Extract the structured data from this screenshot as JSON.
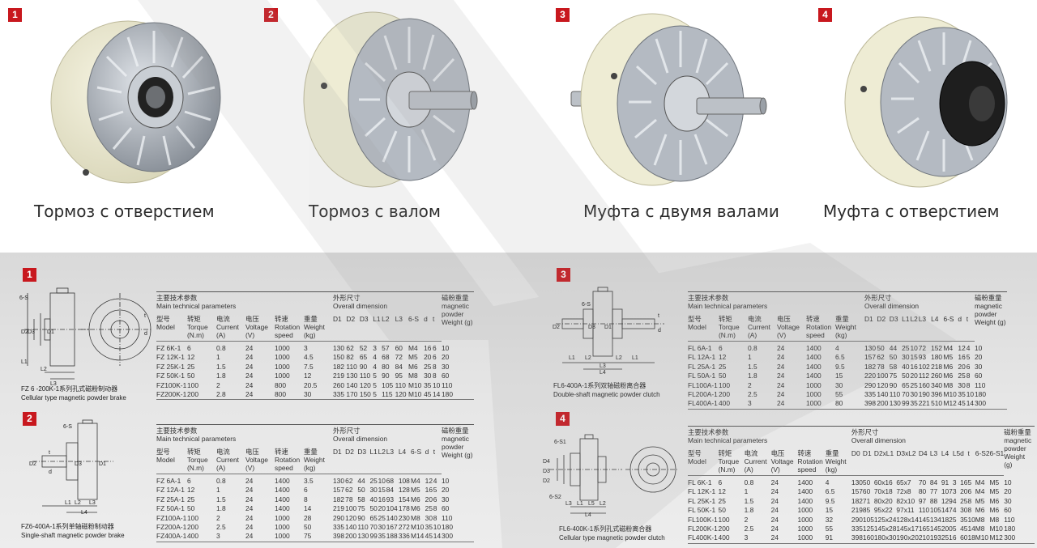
{
  "products": [
    {
      "num": "1",
      "caption": "Тормоз с отверстием"
    },
    {
      "num": "2",
      "caption": "Тормоз с валом"
    },
    {
      "num": "3",
      "caption": "Муфта с двумя валами"
    },
    {
      "num": "4",
      "caption": "Муфта с отверстием"
    }
  ],
  "sections": [
    {
      "num": "1",
      "caption_cn": "FZ 6 -200K-1系列孔式磁粉制动器",
      "caption_en": "Cellular type magnetic powder brake",
      "head_main_cn": "主要技术参数",
      "head_main_en": "Main technical parameters",
      "head_dim_cn": "外形尺寸",
      "head_dim_en": "Overall dimension",
      "head_powder_cn": "磁粉重量",
      "head_powder_en": "magnetic powder Weight (g)",
      "cols": [
        {
          "cn": "型号",
          "en": "Model"
        },
        {
          "cn": "转矩",
          "en": "Torque (N.m)"
        },
        {
          "cn": "电流",
          "en": "Current (A)"
        },
        {
          "cn": "电压",
          "en": "Voltage (V)"
        },
        {
          "cn": "转速",
          "en": "Rotation speed"
        },
        {
          "cn": "重量",
          "en": "Weight (kg)"
        },
        {
          "cn": "",
          "en": "D1"
        },
        {
          "cn": "",
          "en": "D2"
        },
        {
          "cn": "",
          "en": "D3"
        },
        {
          "cn": "",
          "en": "L1"
        },
        {
          "cn": "",
          "en": "L2"
        },
        {
          "cn": "",
          "en": "L3"
        },
        {
          "cn": "",
          "en": "6-S"
        },
        {
          "cn": "",
          "en": "d"
        },
        {
          "cn": "",
          "en": "t"
        },
        {
          "cn": "",
          "en": ""
        }
      ],
      "rows": [
        [
          "FZ   6K-1",
          "6",
          "0.8",
          "24",
          "1000",
          "3",
          "130",
          "62",
          "52",
          "3",
          "57",
          "60",
          "M4",
          "16",
          "6",
          "10"
        ],
        [
          "FZ  12K-1",
          "12",
          "1",
          "24",
          "1000",
          "4.5",
          "150",
          "82",
          "65",
          "4",
          "68",
          "72",
          "M5",
          "20",
          "6",
          "20"
        ],
        [
          "FZ  25K-1",
          "25",
          "1.5",
          "24",
          "1000",
          "7.5",
          "182",
          "110",
          "90",
          "4",
          "80",
          "84",
          "M6",
          "25",
          "8",
          "30"
        ],
        [
          "FZ  50K-1",
          "50",
          "1.8",
          "24",
          "1000",
          "12",
          "219",
          "130",
          "110",
          "5",
          "90",
          "95",
          "M8",
          "30",
          "8",
          "60"
        ],
        [
          "FZ100K-1",
          "100",
          "2",
          "24",
          "800",
          "20.5",
          "260",
          "140",
          "120",
          "5",
          "105",
          "110",
          "M10",
          "35",
          "10",
          "110"
        ],
        [
          "FZ200K-1",
          "200",
          "2.8",
          "24",
          "800",
          "30",
          "335",
          "170",
          "150",
          "5",
          "115",
          "120",
          "M10",
          "45",
          "14",
          "180"
        ]
      ]
    },
    {
      "num": "2",
      "caption_cn": "FZ6-400A-1系列单轴磁粉制动器",
      "caption_en": "Single-shaft magnetic powder brake",
      "head_main_cn": "主要技术参数",
      "head_main_en": "Main technical parameters",
      "head_dim_cn": "外形尺寸",
      "head_dim_en": "Overall dimension",
      "head_powder_cn": "磁粉重量",
      "head_powder_en": "magnetic powder Weight (g)",
      "cols": [
        {
          "cn": "型号",
          "en": "Model"
        },
        {
          "cn": "转矩",
          "en": "Torque (N.m)"
        },
        {
          "cn": "电流",
          "en": "Current (A)"
        },
        {
          "cn": "电压",
          "en": "Voltage (V)"
        },
        {
          "cn": "转速",
          "en": "Rotation speed"
        },
        {
          "cn": "重量",
          "en": "Weight (kg)"
        },
        {
          "cn": "",
          "en": "D1"
        },
        {
          "cn": "",
          "en": "D2"
        },
        {
          "cn": "",
          "en": "D3"
        },
        {
          "cn": "",
          "en": "L1"
        },
        {
          "cn": "",
          "en": "L2"
        },
        {
          "cn": "",
          "en": "L3"
        },
        {
          "cn": "",
          "en": "L4"
        },
        {
          "cn": "",
          "en": "6-S"
        },
        {
          "cn": "",
          "en": "d"
        },
        {
          "cn": "",
          "en": "t"
        },
        {
          "cn": "",
          "en": ""
        }
      ],
      "rows": [
        [
          "FZ   6A-1",
          "6",
          "0.8",
          "24",
          "1400",
          "3.5",
          "130",
          "62",
          "44",
          "25",
          "10",
          "68",
          "108",
          "M4",
          "12",
          "4",
          "10"
        ],
        [
          "FZ  12A-1",
          "12",
          "1",
          "24",
          "1400",
          "6",
          "157",
          "62",
          "50",
          "30",
          "15",
          "84",
          "128",
          "M5",
          "16",
          "5",
          "20"
        ],
        [
          "FZ  25A-1",
          "25",
          "1.5",
          "24",
          "1400",
          "8",
          "182",
          "78",
          "58",
          "40",
          "16",
          "93",
          "154",
          "M6",
          "20",
          "6",
          "30"
        ],
        [
          "FZ  50A-1",
          "50",
          "1.8",
          "24",
          "1400",
          "14",
          "219",
          "100",
          "75",
          "50",
          "20",
          "104",
          "178",
          "M6",
          "25",
          "8",
          "60"
        ],
        [
          "FZ100A-1",
          "100",
          "2",
          "24",
          "1000",
          "28",
          "290",
          "120",
          "90",
          "65",
          "25",
          "140",
          "230",
          "M8",
          "30",
          "8",
          "110"
        ],
        [
          "FZ200A-1",
          "200",
          "2.5",
          "24",
          "1000",
          "50",
          "335",
          "140",
          "110",
          "70",
          "30",
          "167",
          "272",
          "M10",
          "35",
          "10",
          "180"
        ],
        [
          "FZ400A-1",
          "400",
          "3",
          "24",
          "1000",
          "75",
          "398",
          "200",
          "130",
          "99",
          "35",
          "188",
          "336",
          "M14",
          "45",
          "14",
          "300"
        ]
      ]
    },
    {
      "num": "3",
      "caption_cn": "FL6-400A-1系列双轴磁粉离合器",
      "caption_en": "Double-shaft magnetic powder clutch",
      "head_main_cn": "主要技术参数",
      "head_main_en": "Main technical parameters",
      "head_dim_cn": "外形尺寸",
      "head_dim_en": "Overall dimension",
      "head_powder_cn": "磁粉重量",
      "head_powder_en": "magnetic powder Weight (g)",
      "cols": [
        {
          "cn": "型号",
          "en": "Model"
        },
        {
          "cn": "转矩",
          "en": "Torque (N.m)"
        },
        {
          "cn": "电流",
          "en": "Current (A)"
        },
        {
          "cn": "电压",
          "en": "Voltage (V)"
        },
        {
          "cn": "转速",
          "en": "Rotation speed"
        },
        {
          "cn": "重量",
          "en": "Weight (kg)"
        },
        {
          "cn": "",
          "en": "D1"
        },
        {
          "cn": "",
          "en": "D2"
        },
        {
          "cn": "",
          "en": "D3"
        },
        {
          "cn": "",
          "en": "L1"
        },
        {
          "cn": "",
          "en": "L2"
        },
        {
          "cn": "",
          "en": "L3"
        },
        {
          "cn": "",
          "en": "L4"
        },
        {
          "cn": "",
          "en": "6-S"
        },
        {
          "cn": "",
          "en": "d"
        },
        {
          "cn": "",
          "en": "t"
        },
        {
          "cn": "",
          "en": ""
        }
      ],
      "rows": [
        [
          "FL   6A-1",
          "6",
          "0.8",
          "24",
          "1400",
          "4",
          "130",
          "50",
          "44",
          "25",
          "10",
          "72",
          "152",
          "M4",
          "12",
          "4",
          "10"
        ],
        [
          "FL  12A-1",
          "12",
          "1",
          "24",
          "1400",
          "6.5",
          "157",
          "62",
          "50",
          "30",
          "15",
          "93",
          "180",
          "M5",
          "16",
          "5",
          "20"
        ],
        [
          "FL  25A-1",
          "25",
          "1.5",
          "24",
          "1400",
          "9.5",
          "182",
          "78",
          "58",
          "40",
          "16",
          "102",
          "218",
          "M6",
          "20",
          "6",
          "30"
        ],
        [
          "FL  50A-1",
          "50",
          "1.8",
          "24",
          "1400",
          "15",
          "220",
          "100",
          "75",
          "50",
          "20",
          "112",
          "260",
          "M6",
          "25",
          "8",
          "60"
        ],
        [
          "FL100A-1",
          "100",
          "2",
          "24",
          "1000",
          "30",
          "290",
          "120",
          "90",
          "65",
          "25",
          "160",
          "340",
          "M8",
          "30",
          "8",
          "110"
        ],
        [
          "FL200A-1",
          "200",
          "2.5",
          "24",
          "1000",
          "55",
          "335",
          "140",
          "110",
          "70",
          "30",
          "190",
          "396",
          "M10",
          "35",
          "10",
          "180"
        ],
        [
          "FL400A-1",
          "400",
          "3",
          "24",
          "1000",
          "80",
          "398",
          "200",
          "130",
          "99",
          "35",
          "221",
          "510",
          "M12",
          "45",
          "14",
          "300"
        ]
      ]
    },
    {
      "num": "4",
      "caption_cn": "FL6-400K-1系列孔式磁粉离合器",
      "caption_en": "Cellular type magnetic powder clutch",
      "head_main_cn": "主要技术参数",
      "head_main_en": "Main technical parameters",
      "head_dim_cn": "外形尺寸",
      "head_dim_en": "Overall dimension",
      "head_powder_cn": "磁粉重量",
      "head_powder_en": "magnetic powder Weight (g)",
      "cols": [
        {
          "cn": "型号",
          "en": "Model"
        },
        {
          "cn": "转矩",
          "en": "Torque (N.m)"
        },
        {
          "cn": "电流",
          "en": "Current (A)"
        },
        {
          "cn": "电压",
          "en": "Voltage (V)"
        },
        {
          "cn": "转速",
          "en": "Rotation speed"
        },
        {
          "cn": "重量",
          "en": "Weight (kg)"
        },
        {
          "cn": "",
          "en": "D0"
        },
        {
          "cn": "",
          "en": "D1"
        },
        {
          "cn": "",
          "en": "D2xL1"
        },
        {
          "cn": "",
          "en": "D3xL2"
        },
        {
          "cn": "",
          "en": "D4"
        },
        {
          "cn": "",
          "en": "L3"
        },
        {
          "cn": "",
          "en": "L4"
        },
        {
          "cn": "",
          "en": "L5"
        },
        {
          "cn": "",
          "en": "d"
        },
        {
          "cn": "",
          "en": "t"
        },
        {
          "cn": "",
          "en": "6-S2"
        },
        {
          "cn": "",
          "en": "6-S1"
        },
        {
          "cn": "",
          "en": ""
        }
      ],
      "rows": [
        [
          "FL   6K-1",
          "6",
          "0.8",
          "24",
          "1400",
          "4",
          "130",
          "50",
          "60x16",
          "65x7",
          "70",
          "84",
          "91",
          "3",
          "16",
          "5",
          "M4",
          "M5",
          "10"
        ],
        [
          "FL  12K-1",
          "12",
          "1",
          "24",
          "1400",
          "6.5",
          "157",
          "60",
          "70x18",
          "72x8",
          "80",
          "77",
          "107",
          "3",
          "20",
          "6",
          "M4",
          "M5",
          "20"
        ],
        [
          "FL  25K-1",
          "25",
          "1.5",
          "24",
          "1400",
          "9.5",
          "182",
          "71",
          "80x20",
          "82x10",
          "97",
          "88",
          "129",
          "4",
          "25",
          "8",
          "M5",
          "M6",
          "30"
        ],
        [
          "FL  50K-1",
          "50",
          "1.8",
          "24",
          "1000",
          "15",
          "219",
          "85",
          "95x22",
          "97x11",
          "110",
          "105",
          "147",
          "4",
          "30",
          "8",
          "M6",
          "M6",
          "60"
        ],
        [
          "FL100K-1",
          "100",
          "2",
          "24",
          "1000",
          "32",
          "290",
          "105",
          "125x24",
          "128x14",
          "145",
          "134",
          "182",
          "5",
          "35",
          "10",
          "M8",
          "M8",
          "110"
        ],
        [
          "FL200K-1",
          "200",
          "2.5",
          "24",
          "1000",
          "55",
          "335",
          "125",
          "145x28",
          "145x17",
          "165",
          "145",
          "200",
          "5",
          "45",
          "14",
          "M8",
          "M10",
          "180"
        ],
        [
          "FL400K-1",
          "400",
          "3",
          "24",
          "1000",
          "91",
          "398",
          "160",
          "180x30",
          "190x20",
          "210",
          "193",
          "251",
          "6",
          "60",
          "18",
          "M10",
          "M12",
          "300"
        ]
      ]
    }
  ],
  "drawings": {
    "d1": [
      "6-S",
      "D2",
      "D3",
      "D1",
      "L1",
      "L2",
      "L3",
      "t",
      "d"
    ],
    "d2": [
      "6-S",
      "D2",
      "D3",
      "D1",
      "L1",
      "L2",
      "L3",
      "L4",
      "t",
      "d"
    ],
    "d3": [
      "6-S",
      "D2",
      "D3",
      "D1",
      "L1",
      "L2",
      "L2",
      "L1",
      "L3",
      "L4",
      "t",
      "d"
    ],
    "d4": [
      "6-S1",
      "6-S2",
      "D4",
      "D3",
      "D2",
      "L3",
      "L1",
      "L5",
      "L2",
      "L4"
    ]
  },
  "colors": {
    "badge": "#c8181e",
    "housing": "#eeecd4",
    "rotor": "#a8aeb6",
    "bottom_bg": "#e2e2e2"
  }
}
